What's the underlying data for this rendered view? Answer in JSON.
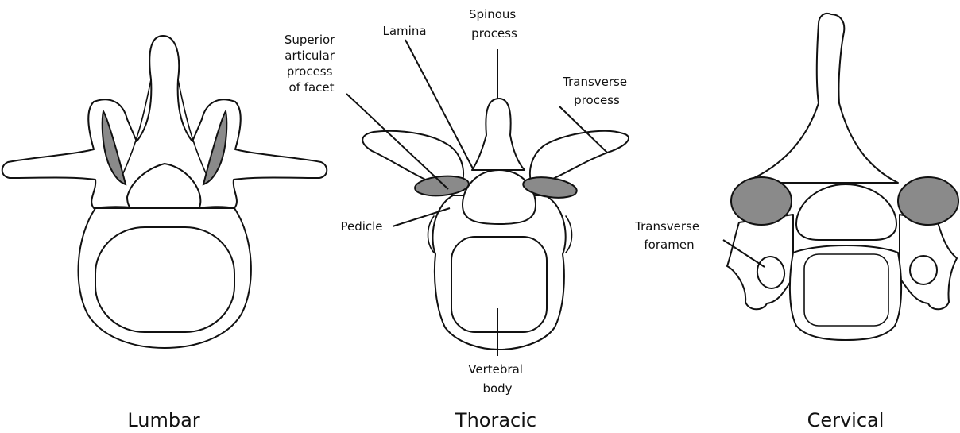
{
  "colors": {
    "facet_fill": "#8a8a8a",
    "line": "#111111",
    "background": "#ffffff"
  },
  "labels": {
    "superior_articular": [
      "Superior",
      "articular",
      "process",
      "of facet"
    ],
    "lamina": "Lamina",
    "spinous": [
      "Spinous",
      "process"
    ],
    "transverse_process": [
      "Transverse",
      "process"
    ],
    "pedicle": "Pedicle",
    "transverse_foramen": [
      "Transverse",
      "foramen"
    ],
    "vertebral_body": [
      "Vertebral",
      "body"
    ]
  },
  "captions": {
    "lumbar": "Lumbar",
    "thoracic": "Thoracic",
    "cervical": "Cervical"
  }
}
